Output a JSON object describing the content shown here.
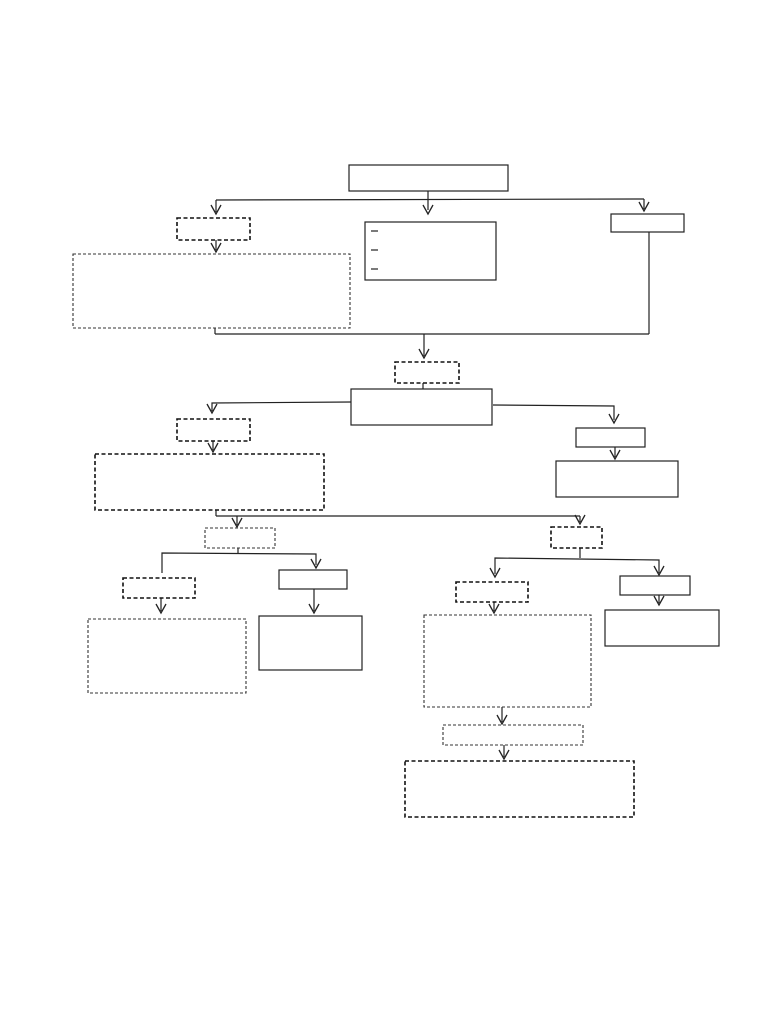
{
  "diagram": {
    "title": "",
    "nodes": [
      {
        "id": "n-root",
        "style": "solid",
        "text": ""
      },
      {
        "id": "n-left-label",
        "style": "dashed",
        "text": ""
      },
      {
        "id": "n-left-body",
        "style": "dashed-thin",
        "text": ""
      },
      {
        "id": "n-center-list",
        "style": "solid",
        "text": "",
        "items": [
          "",
          "",
          ""
        ]
      },
      {
        "id": "n-right-small",
        "style": "solid",
        "text": ""
      },
      {
        "id": "n-mid-label",
        "style": "dashed",
        "text": ""
      },
      {
        "id": "n-mid-main",
        "style": "solid",
        "text": ""
      },
      {
        "id": "n-l2-label",
        "style": "dashed",
        "text": ""
      },
      {
        "id": "n-l2-body",
        "style": "dashed",
        "text": ""
      },
      {
        "id": "n-r2-label",
        "style": "solid",
        "text": ""
      },
      {
        "id": "n-r2-body",
        "style": "solid",
        "text": ""
      },
      {
        "id": "n-l3-label",
        "style": "dashed-thin",
        "text": ""
      },
      {
        "id": "n-l3a-label",
        "style": "dashed",
        "text": ""
      },
      {
        "id": "n-l3a-body",
        "style": "dashed-thin",
        "text": ""
      },
      {
        "id": "n-l3b-label",
        "style": "solid",
        "text": ""
      },
      {
        "id": "n-l3b-body",
        "style": "solid",
        "text": ""
      },
      {
        "id": "n-r3-label",
        "style": "dashed",
        "text": ""
      },
      {
        "id": "n-r3a-label",
        "style": "dashed",
        "text": ""
      },
      {
        "id": "n-r3a-body",
        "style": "dashed-thin",
        "text": ""
      },
      {
        "id": "n-r3b-label",
        "style": "solid",
        "text": ""
      },
      {
        "id": "n-r3b-body",
        "style": "solid",
        "text": ""
      },
      {
        "id": "n-r4-label",
        "style": "dashed-thin",
        "text": ""
      },
      {
        "id": "n-r4-body",
        "style": "dashed",
        "text": ""
      }
    ],
    "edges": [
      {
        "from": "n-root",
        "to": "n-left-label"
      },
      {
        "from": "n-root",
        "to": "n-center-list"
      },
      {
        "from": "n-root",
        "to": "n-right-small"
      },
      {
        "from": "n-left-label",
        "to": "n-left-body"
      },
      {
        "from": "n-left-body",
        "to": "n-mid-label"
      },
      {
        "from": "n-right-small",
        "to": "n-mid-label"
      },
      {
        "from": "n-mid-main",
        "to": "n-l2-label"
      },
      {
        "from": "n-mid-main",
        "to": "n-r2-label"
      },
      {
        "from": "n-l2-label",
        "to": "n-l2-body"
      },
      {
        "from": "n-r2-label",
        "to": "n-r2-body"
      },
      {
        "from": "n-l2-body",
        "to": "n-l3-label"
      },
      {
        "from": "n-l2-body",
        "to": "n-r3-label"
      },
      {
        "from": "n-l3-label",
        "to": "n-l3a-label"
      },
      {
        "from": "n-l3-label",
        "to": "n-l3b-label"
      },
      {
        "from": "n-l3a-label",
        "to": "n-l3a-body"
      },
      {
        "from": "n-l3b-label",
        "to": "n-l3b-body"
      },
      {
        "from": "n-r3-label",
        "to": "n-r3a-label"
      },
      {
        "from": "n-r3-label",
        "to": "n-r3b-label"
      },
      {
        "from": "n-r3a-label",
        "to": "n-r3a-body"
      },
      {
        "from": "n-r3b-label",
        "to": "n-r3b-body"
      },
      {
        "from": "n-r3a-body",
        "to": "n-r4-label"
      },
      {
        "from": "n-r4-label",
        "to": "n-r4-body"
      }
    ]
  }
}
